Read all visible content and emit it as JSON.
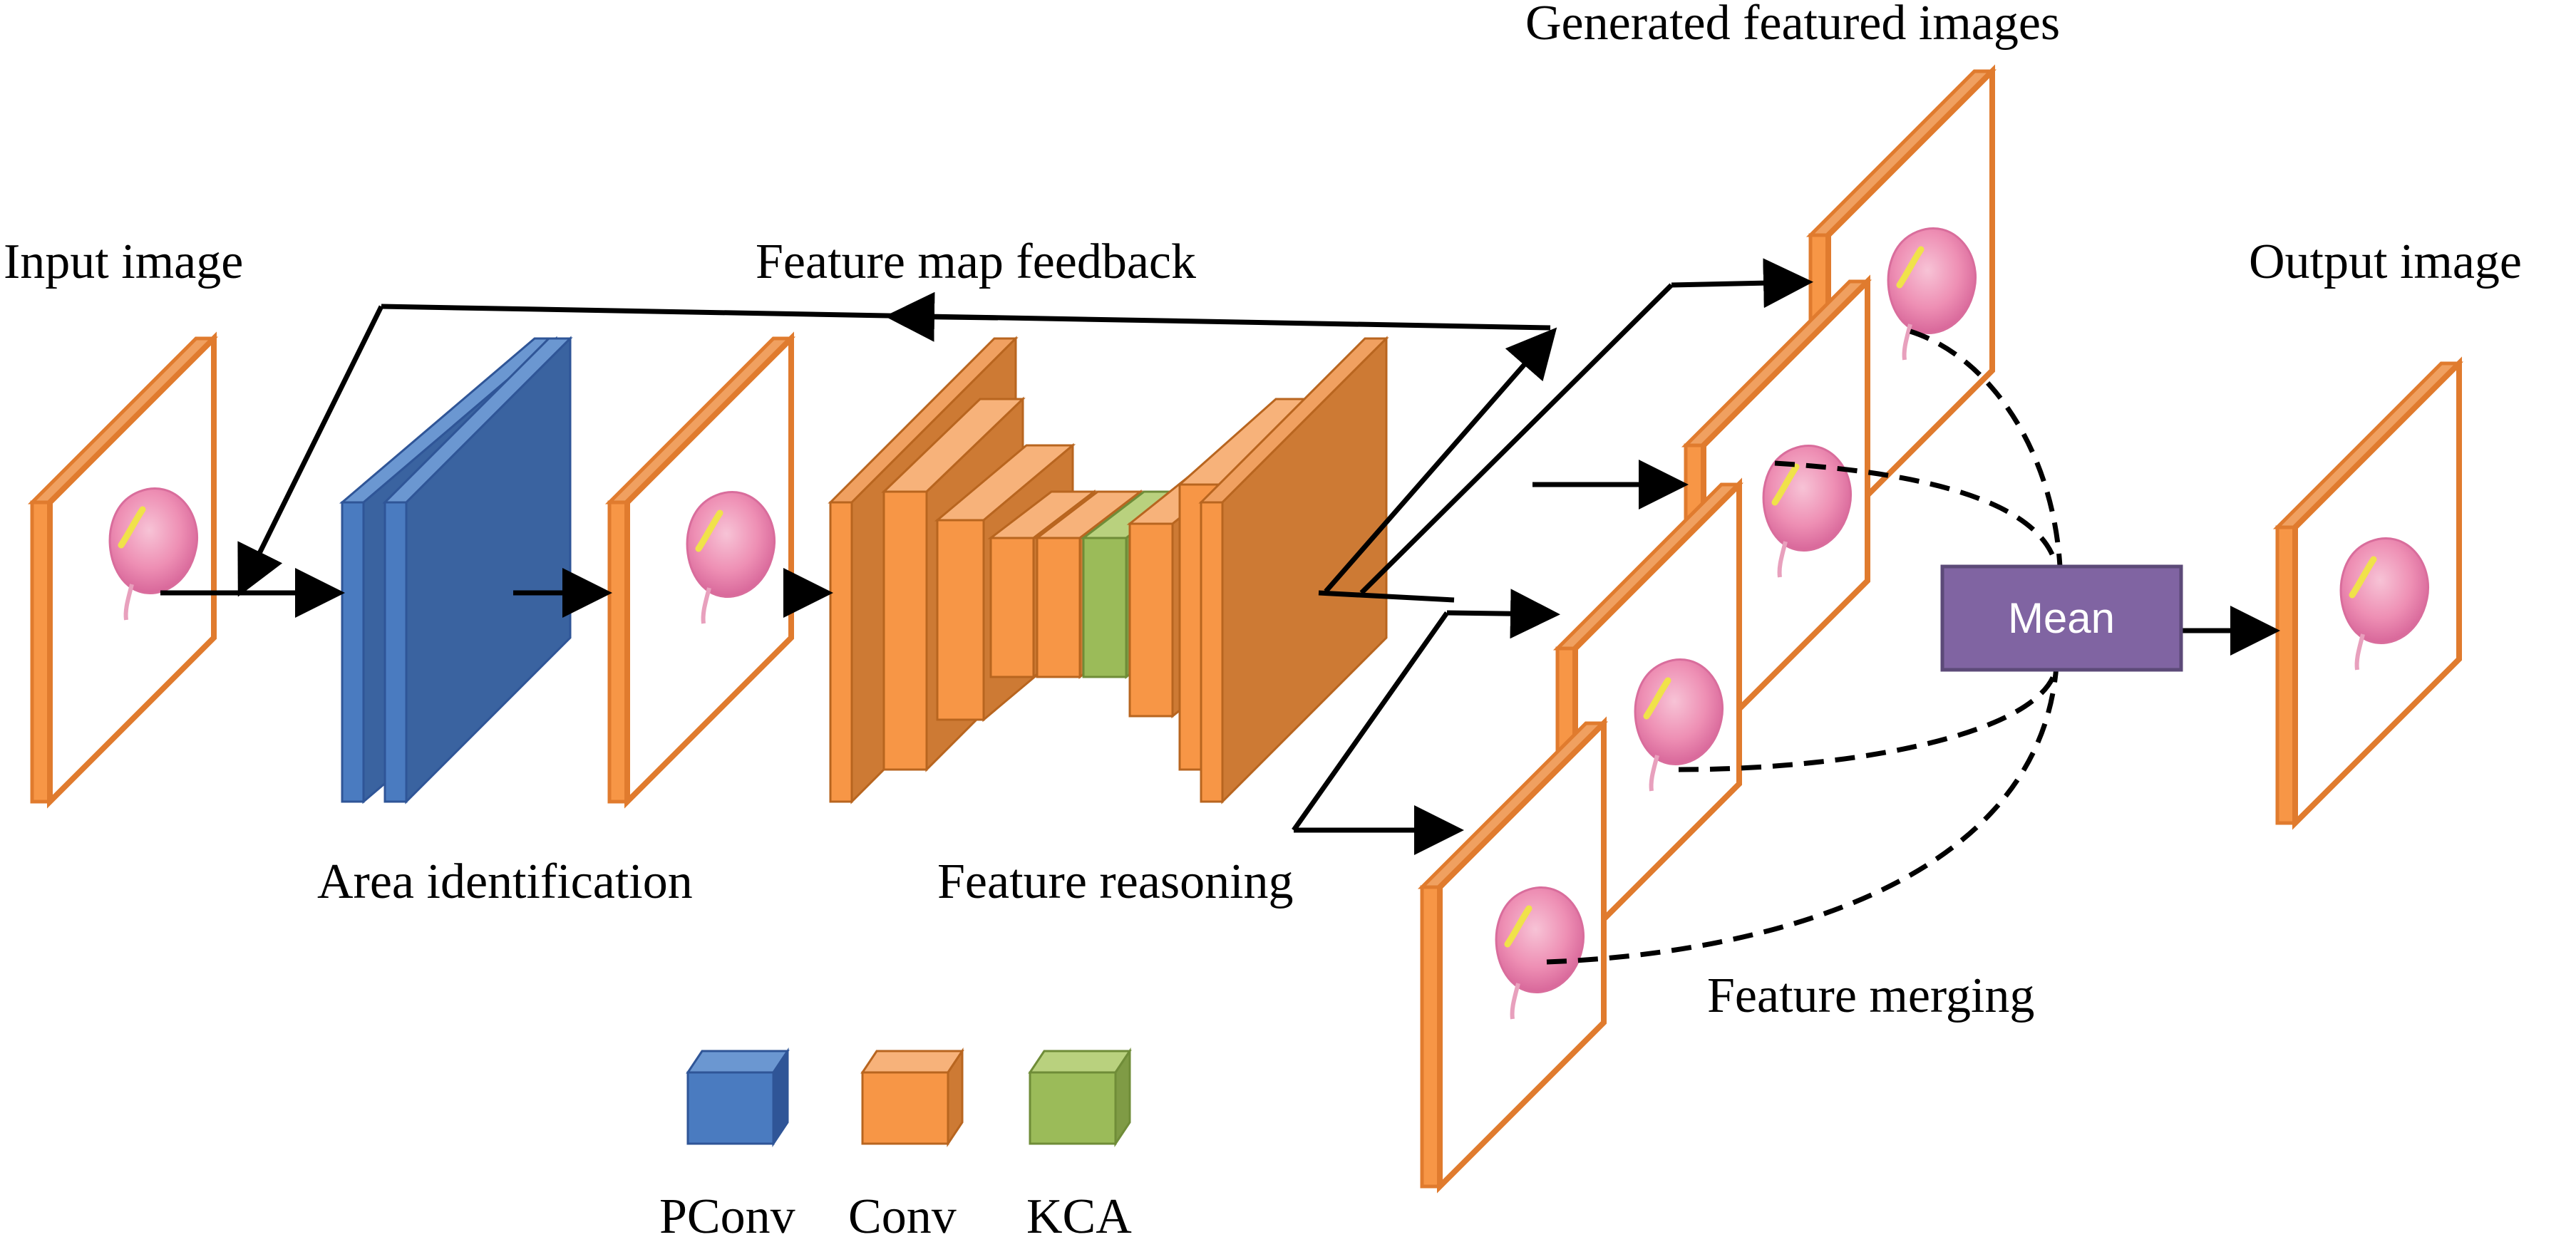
{
  "labels": {
    "input_image": "Input image",
    "feature_map_feedback": "Feature map feedback",
    "generated_featured_images": "Generated featured images",
    "output_image": "Output image",
    "area_identification": "Area identification",
    "feature_reasoning": "Feature reasoning",
    "feature_merging": "Feature merging",
    "mean": "Mean"
  },
  "legend": [
    {
      "label": "PConv",
      "color": "#4a7bc0"
    },
    {
      "label": "Conv",
      "color": "#f79646"
    },
    {
      "label": "KCA",
      "color": "#9bbb59"
    }
  ],
  "colors": {
    "pconv": "#4a7bc0",
    "conv": "#f79646",
    "conv_dark": "#cd7a34",
    "kca": "#9bbb59",
    "mean_box": "#8064a2",
    "frame": "#e07b2e"
  }
}
